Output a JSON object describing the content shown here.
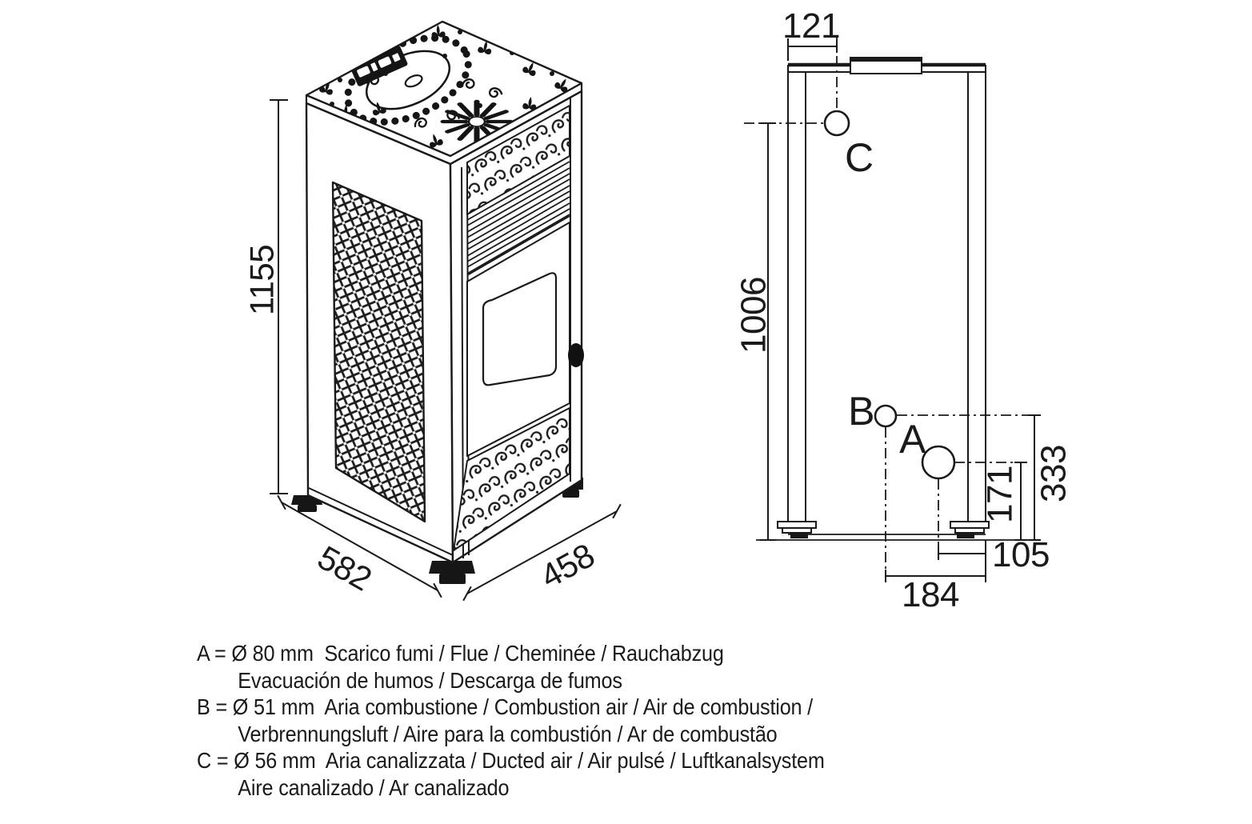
{
  "colors": {
    "ink": "#1a1a1a",
    "background": "#ffffff"
  },
  "stove_view": {
    "height_mm": "1155",
    "width_mm": "582",
    "depth_mm": "458"
  },
  "rear_view": {
    "port_c_offset_top": "121",
    "port_c_height": "1006",
    "port_b_height": "333",
    "port_a_height": "171",
    "port_a_offset_right": "105",
    "port_b_offset_right": "184",
    "label_a": "A",
    "label_b": "B",
    "label_c": "C"
  },
  "legend": {
    "lines": [
      {
        "text": "A = Ø 80 mm  Scarico fumi / Flue / Cheminée / Rauchabzug"
      },
      {
        "text": "Evacuación de humos / Descarga de fumos"
      },
      {
        "text": "B = Ø 51 mm  Aria combustione / Combustion air / Air de combustion /"
      },
      {
        "text": "Verbrennungsluft / Aire para la combustión / Ar de combustão"
      },
      {
        "text": "C = Ø 56 mm  Aria canalizzata / Ducted air / Air pulsé / Luftkanalsystem"
      },
      {
        "text": "Aire canalizado / Ar canalizado"
      }
    ]
  }
}
